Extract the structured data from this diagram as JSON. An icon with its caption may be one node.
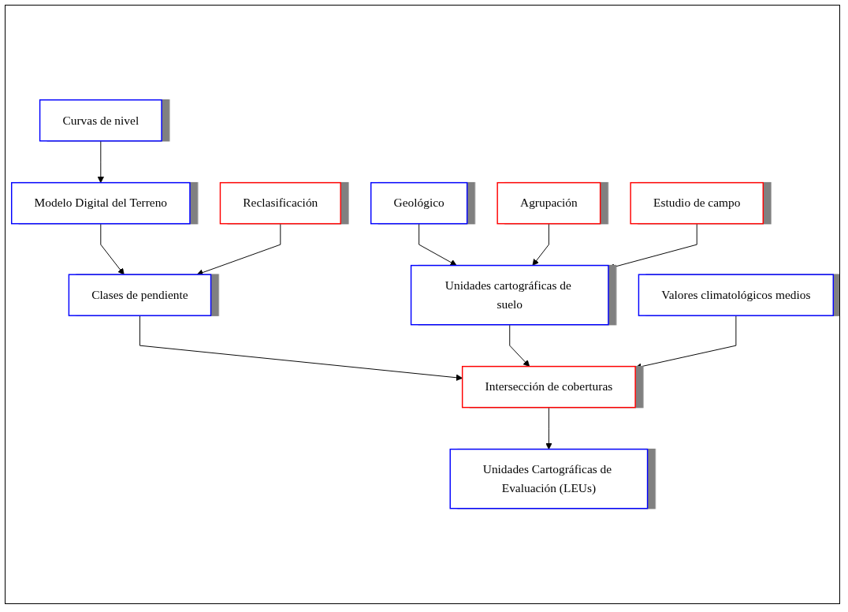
{
  "diagram": {
    "nodes": [
      {
        "text": [
          "Curvas de nivel"
        ]
      },
      {
        "text": [
          "Modelo Digital del Terreno"
        ]
      },
      {
        "text": [
          "Reclasificación"
        ]
      },
      {
        "text": [
          "Clases de pendiente"
        ]
      },
      {
        "text": [
          "Geológico"
        ]
      },
      {
        "text": [
          "Agrupación"
        ]
      },
      {
        "text": [
          "Estudio de campo"
        ]
      },
      {
        "text": [
          "Valores climatológicos medios"
        ]
      },
      {
        "text": [
          "Unidades cartográficas de suelo"
        ]
      },
      {
        "text": [
          "Intersección de coberturas"
        ]
      },
      {
        "text": [
          "Unidades Cartográficas de Evaluación (LEUs)"
        ]
      }
    ],
    "edges": [
      {
        "from": 0,
        "to": 1,
        "arrow": "to"
      },
      {
        "from": 1,
        "to": 3,
        "arrow": "to"
      },
      {
        "from": 2,
        "to": 3,
        "arrow": "to"
      },
      {
        "from": 4,
        "to": 8,
        "arrow": "to"
      },
      {
        "from": 5,
        "to": 8,
        "arrow": "to"
      },
      {
        "from": 6,
        "to": 8,
        "arrow": "to"
      },
      {
        "from": 3,
        "to": 9,
        "arrow": "to"
      },
      {
        "from": 8,
        "to": 9,
        "arrow": "to"
      },
      {
        "from": 7,
        "to": 9,
        "arrow": "to"
      },
      {
        "from": 9,
        "to": 10,
        "arrow": "to"
      }
    ]
  }
}
